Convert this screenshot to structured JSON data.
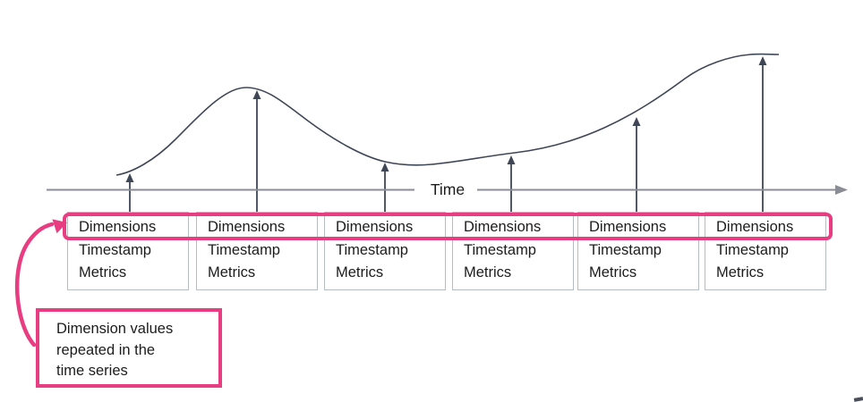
{
  "colors": {
    "pink": "#e93d82",
    "ink": "#3f4656",
    "axis": "#8a8d96",
    "border": "#b6bcc4",
    "text": "#1c1c1c"
  },
  "axis": {
    "label": "Time"
  },
  "records": [
    {
      "dimensions": "Dimensions",
      "timestamp": "Timestamp",
      "metrics": "Metrics"
    },
    {
      "dimensions": "Dimensions",
      "timestamp": "Timestamp",
      "metrics": "Metrics"
    },
    {
      "dimensions": "Dimensions",
      "timestamp": "Timestamp",
      "metrics": "Metrics"
    },
    {
      "dimensions": "Dimensions",
      "timestamp": "Timestamp",
      "metrics": "Metrics"
    },
    {
      "dimensions": "Dimensions",
      "timestamp": "Timestamp",
      "metrics": "Metrics"
    },
    {
      "dimensions": "Dimensions",
      "timestamp": "Timestamp",
      "metrics": "Metrics"
    }
  ],
  "callout": {
    "lines": [
      "Dimension values",
      "repeated in the",
      "time series"
    ]
  }
}
